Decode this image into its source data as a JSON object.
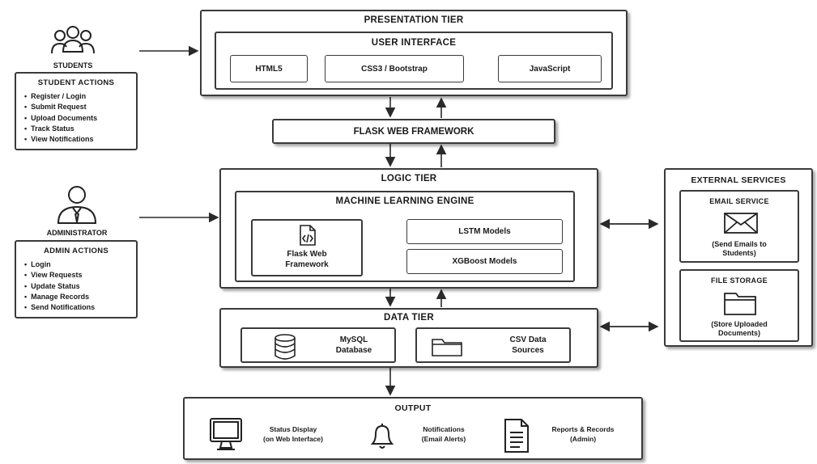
{
  "presentation": {
    "title": "PRESENTATION TIER",
    "ui_title": "USER INTERFACE",
    "tech": [
      "HTML5",
      "CSS3 / Bootstrap",
      "JavaScript"
    ]
  },
  "framework": {
    "label": "FLASK WEB FRAMEWORK"
  },
  "logic": {
    "title": "LOGIC TIER",
    "ml_title": "MACHINE LEARNING ENGINE",
    "component_line1": "Flask Web",
    "component_line2": "Framework",
    "models": [
      "LSTM Models",
      "XGBoost Models"
    ]
  },
  "data_tier": {
    "title": "DATA TIER",
    "mysql_line1": "MySQL",
    "mysql_line2": "Database",
    "csv_line1": "CSV Data",
    "csv_line2": "Sources"
  },
  "output": {
    "title": "OUTPUT",
    "status_line1": "Status Display",
    "status_line2": "(on Web Interface)",
    "notif_line1": "Notifications",
    "notif_line2": "(Email Alerts)",
    "reports_line1": "Reports & Records",
    "reports_line2": "(Admin)"
  },
  "students": {
    "label": "STUDENTS",
    "actions_title": "STUDENT ACTIONS",
    "actions": [
      "Register / Login",
      "Submit Request",
      "Upload Documents",
      "Track Status",
      "View Notifications"
    ]
  },
  "administrator": {
    "label": "ADMINISTRATOR",
    "actions_title": "ADMIN ACTIONS",
    "actions": [
      "Login",
      "View Requests",
      "Update Status",
      "Manage Records",
      "Send Notifications"
    ]
  },
  "external": {
    "title": "EXTERNAL SERVICES",
    "email_title": "EMAIL SERVICE",
    "email_line1": "(Send Emails to",
    "email_line2": "Students)",
    "storage_title": "FILE STORAGE",
    "storage_line1": "(Store Uploaded",
    "storage_line2": "Documents)"
  }
}
